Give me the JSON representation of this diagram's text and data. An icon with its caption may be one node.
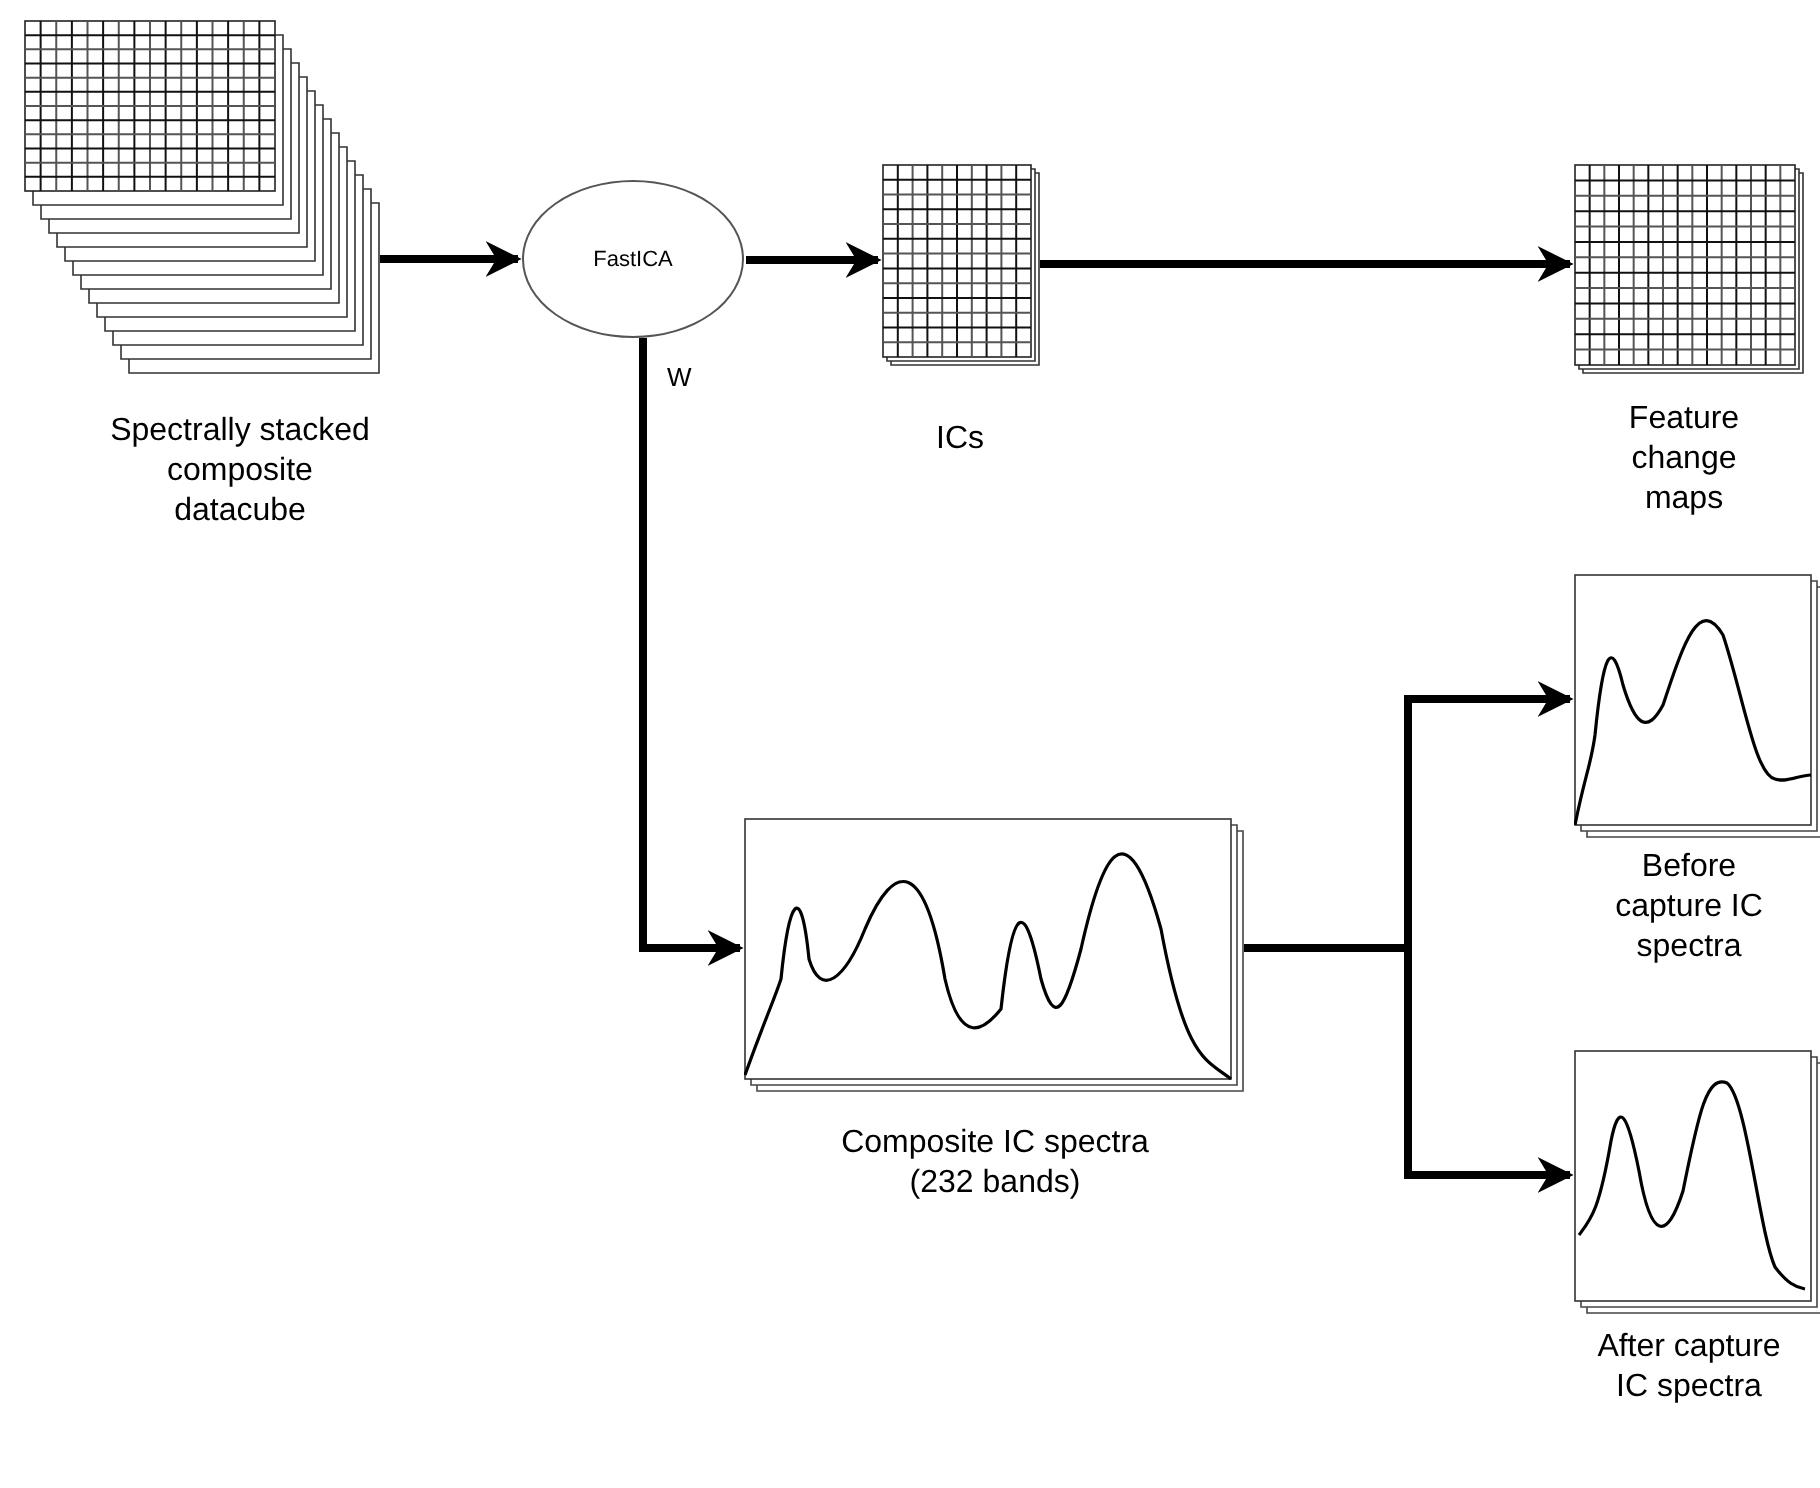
{
  "diagram": {
    "nodes": [
      {
        "text": [],
        "shape": "picture",
        "beside": [
          "Spectrally stacked composite datacube"
        ]
      },
      {
        "text": [
          "FastICA"
        ]
      },
      {
        "text": [],
        "shape": "picture",
        "beside": [
          "ICs"
        ]
      },
      {
        "text": [],
        "shape": "picture",
        "beside": [
          "Feature change maps"
        ]
      },
      {
        "text": [],
        "shape": "picture",
        "beside": [
          "Composite IC spectra (232 bands)"
        ]
      },
      {
        "text": [],
        "shape": "picture",
        "beside": [
          "Before capture IC spectra"
        ]
      },
      {
        "text": [],
        "shape": "picture",
        "beside": [
          "After capture IC spectra"
        ]
      }
    ],
    "edges": [
      {
        "from": 0,
        "to": 1,
        "arrow": "to"
      },
      {
        "from": 1,
        "to": 2,
        "arrow": "to"
      },
      {
        "from": 2,
        "to": 3,
        "arrow": "to"
      },
      {
        "from": 1,
        "to": 4,
        "arrow": "to",
        "label": "W"
      },
      {
        "from": 4,
        "to": 5,
        "arrow": "to"
      },
      {
        "from": 4,
        "to": 6,
        "arrow": "to"
      }
    ]
  }
}
